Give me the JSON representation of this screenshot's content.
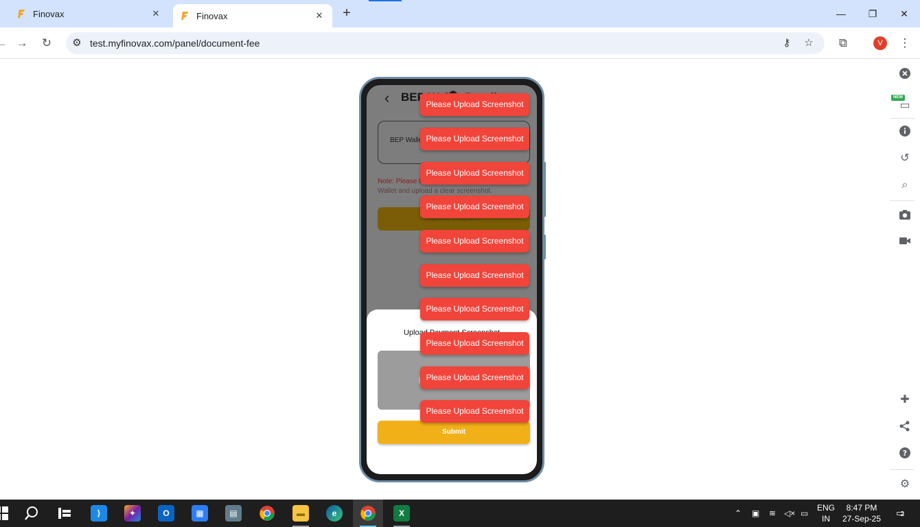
{
  "browser": {
    "tabs": [
      {
        "title": "Finovax",
        "active": false
      },
      {
        "title": "Finovax",
        "active": true
      }
    ],
    "new_tab_symbol": "+",
    "close_symbol": "✕",
    "url": "test.myfinovax.com/panel/document-fee",
    "profile_initial": "V",
    "accent_color": "#1a73e8"
  },
  "app": {
    "header_title": "BEP Wallet Details",
    "wallet_label": "BEP Wallet",
    "note_line1": "Note: Please t",
    "note_line2": "Wallet and upload a clear screenshot.",
    "upload_snapshot_label": "Upload Snapshot",
    "sheet_title": "Upload Payment Screenshot",
    "submit_label": "Submit",
    "brand_color": "#f2b018"
  },
  "toasts": [
    "Please Upload Screenshot",
    "Please Upload Screenshot",
    "Please Upload Screenshot",
    "Please Upload Screenshot",
    "Please Upload Screenshot",
    "Please Upload Screenshot",
    "Please Upload Screenshot",
    "Please Upload Screenshot",
    "Please Upload Screenshot",
    "Please Upload Screenshot"
  ],
  "toast_color": "#f1443a",
  "devtools": {
    "new_badge": "NEW",
    "icons": [
      "close-icon",
      "device-icon",
      "info-icon",
      "rotate-icon",
      "zoom-icon",
      "camera-icon",
      "video-icon",
      "puzzle-icon",
      "share-icon",
      "help-icon",
      "settings-icon"
    ]
  },
  "taskbar": {
    "apps": [
      "windows-start",
      "search",
      "task-view",
      "vscode",
      "copilot",
      "outlook",
      "store",
      "calculator",
      "chrome",
      "file-explorer",
      "edge",
      "chrome-active",
      "excel"
    ],
    "lang_line1": "ENG",
    "lang_line2": "IN",
    "time": "8:47 PM",
    "date": "27-Sep-25",
    "notification_count": "2"
  }
}
